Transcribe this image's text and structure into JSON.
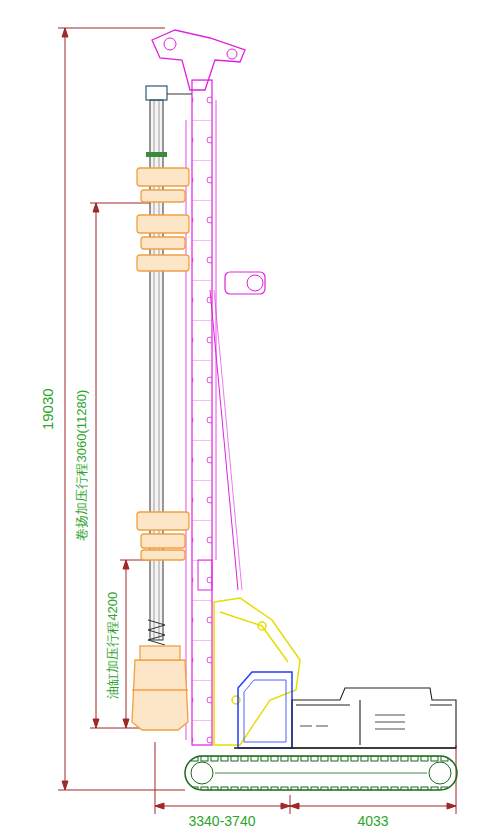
{
  "diagram": {
    "labels": [
      "19030",
      "卷扬加压行程3060(11280)",
      "油缸加压行程4200",
      "3340-3740",
      "4033"
    ]
  }
}
